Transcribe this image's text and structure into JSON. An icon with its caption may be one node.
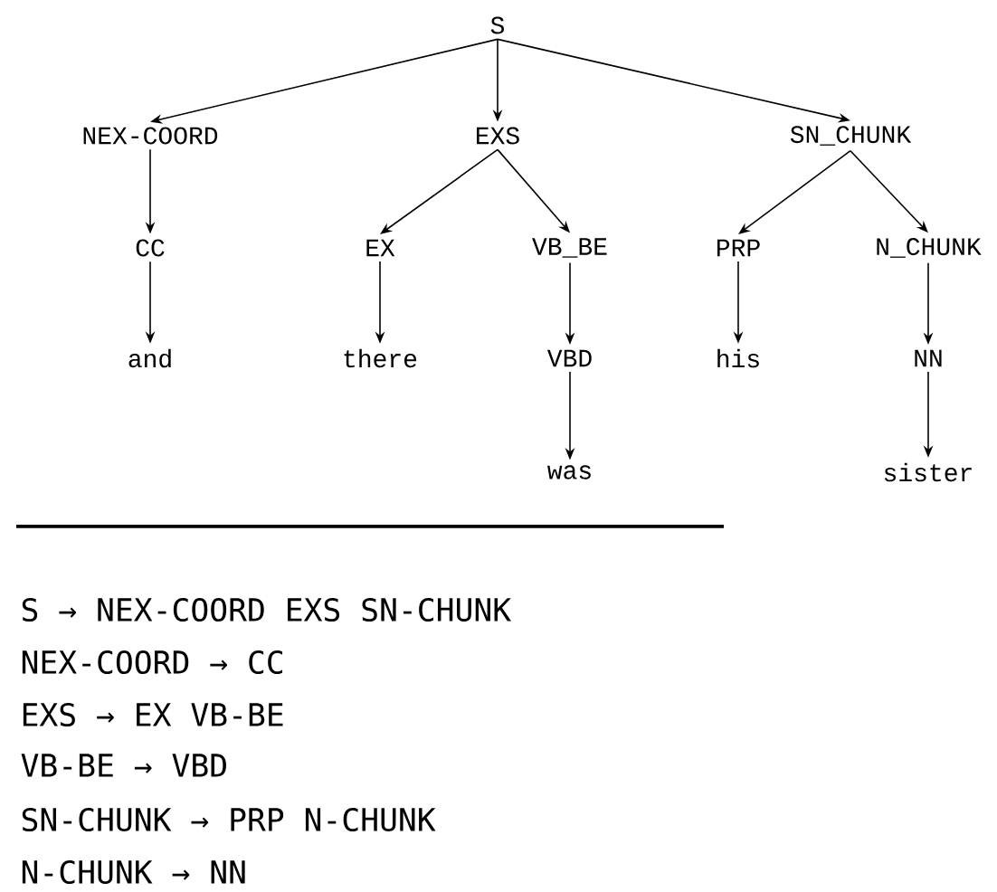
{
  "diagram": {
    "nodes": [
      {
        "text": [
          "S"
        ]
      },
      {
        "text": [
          "NEX-COORD"
        ]
      },
      {
        "text": [
          "EXS"
        ]
      },
      {
        "text": [
          "SN_CHUNK"
        ]
      },
      {
        "text": [
          "CC"
        ]
      },
      {
        "text": [
          "EX"
        ]
      },
      {
        "text": [
          "VB_BE"
        ]
      },
      {
        "text": [
          "PRP"
        ]
      },
      {
        "text": [
          "N_CHUNK"
        ]
      },
      {
        "text": [
          "and"
        ]
      },
      {
        "text": [
          "there"
        ]
      },
      {
        "text": [
          "VBD"
        ]
      },
      {
        "text": [
          "his"
        ]
      },
      {
        "text": [
          "NN"
        ]
      },
      {
        "text": [
          "was"
        ]
      },
      {
        "text": [
          "sister"
        ]
      }
    ],
    "edges": [
      {
        "from": 0,
        "to": 1,
        "arrow": "to"
      },
      {
        "from": 0,
        "to": 2,
        "arrow": "to"
      },
      {
        "from": 0,
        "to": 3,
        "arrow": "to"
      },
      {
        "from": 1,
        "to": 4,
        "arrow": "to"
      },
      {
        "from": 2,
        "to": 5,
        "arrow": "to"
      },
      {
        "from": 2,
        "to": 6,
        "arrow": "to"
      },
      {
        "from": 3,
        "to": 7,
        "arrow": "to"
      },
      {
        "from": 3,
        "to": 8,
        "arrow": "to"
      },
      {
        "from": 4,
        "to": 9,
        "arrow": "to"
      },
      {
        "from": 5,
        "to": 10,
        "arrow": "to"
      },
      {
        "from": 6,
        "to": 11,
        "arrow": "to"
      },
      {
        "from": 7,
        "to": 12,
        "arrow": "to"
      },
      {
        "from": 8,
        "to": 13,
        "arrow": "to"
      },
      {
        "from": 11,
        "to": 14,
        "arrow": "to"
      },
      {
        "from": 13,
        "to": 15,
        "arrow": "to"
      }
    ],
    "labels": [
      "S → NEX-COORD EXS SN-CHUNK",
      "NEX-COORD → CC",
      "EXS → EX VB-BE",
      "VB-BE → VBD",
      "SN-CHUNK → PRP N-CHUNK",
      "N-CHUNK → NN"
    ]
  }
}
